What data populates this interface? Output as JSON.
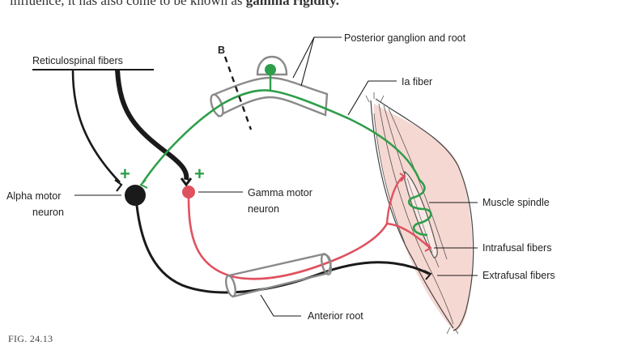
{
  "intro_text": {
    "prefix": "influence, it has also come to be known as ",
    "term": "gamma rigidity."
  },
  "labels": {
    "reticulospinal": "Reticulospinal fibers",
    "section_b": "B",
    "posterior_ganglion": "Posterior ganglion and root",
    "ia_fiber": "Ia fiber",
    "alpha_line1": "Alpha motor",
    "alpha_line2": "neuron",
    "gamma_line1": "Gamma motor",
    "gamma_line2": "neuron",
    "muscle_spindle": "Muscle spindle",
    "intrafusal": "Intrafusal fibers",
    "extrafusal": "Extrafusal fibers",
    "anterior_root": "Anterior root",
    "plus_alpha": "+",
    "plus_gamma": "+"
  },
  "figure_caption": "FIG. 24.13",
  "colors": {
    "green": "#2e9e4a",
    "red": "#e0515f",
    "black": "#1a1a1a",
    "muscle_fill": "#f6d8d2",
    "root_gray": "#8a8a8a"
  }
}
